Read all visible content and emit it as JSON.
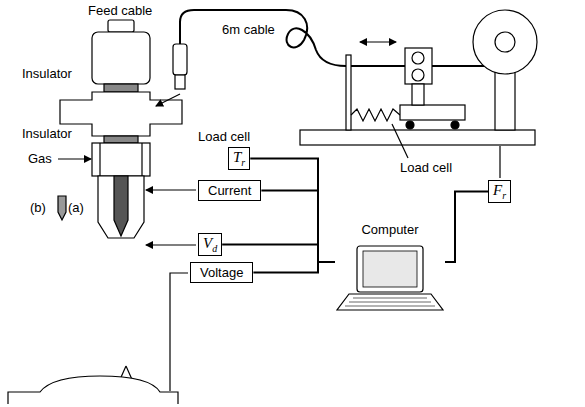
{
  "diagram": {
    "nodes": [
      {
        "text": [
          "T",
          "r"
        ]
      },
      {
        "text": [
          "F",
          "r"
        ]
      },
      {
        "text": [
          "Current"
        ]
      },
      {
        "text": [
          "Computer"
        ]
      },
      {
        "text": [
          "V",
          "d"
        ]
      },
      {
        "text": [
          "Voltage"
        ]
      }
    ],
    "edges": [
      {
        "from": 0,
        "to": 3,
        "arrow": "none"
      },
      {
        "from": 1,
        "to": 3,
        "arrow": "none"
      },
      {
        "from": 2,
        "to": 3,
        "arrow": "none"
      },
      {
        "from": 4,
        "to": 3,
        "arrow": "none"
      },
      {
        "from": 5,
        "to": 3,
        "arrow": "none"
      }
    ],
    "labels": [
      "Feed cable",
      "6m cable",
      "Insulator",
      "Load cell",
      "Load cell",
      "Insulator",
      "Gas",
      "(b)",
      "(a)"
    ]
  }
}
